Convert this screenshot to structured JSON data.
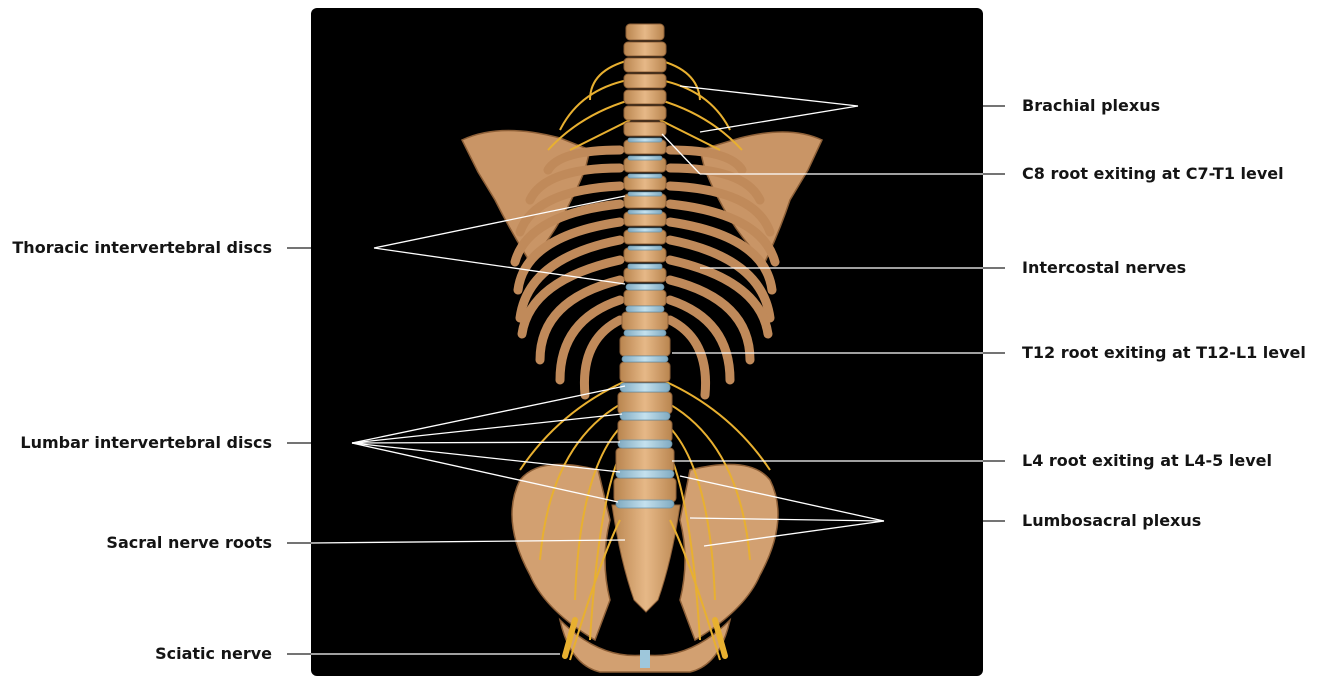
{
  "labels": {
    "brachial_plexus": "Brachial plexus",
    "c8_root": "C8 root exiting at C7-T1 level",
    "intercostal_nerves": "Intercostal nerves",
    "t12_root": "T12 root exiting at T12-L1 level",
    "l4_root": "L4 root exiting at L4-5 level",
    "lumbosacral_plexus": "Lumbosacral plexus",
    "thoracic_discs": "Thoracic intervertebral discs",
    "lumbar_discs": "Lumbar intervertebral discs",
    "sacral_roots": "Sacral nerve roots",
    "sciatic_nerve": "Sciatic nerve"
  },
  "colors": {
    "panel": "#000000",
    "bone": "#d9a677",
    "bone_dark": "#b07a4c",
    "disc": "#9ec7db",
    "nerve": "#e8b030",
    "leader": "#ffffff",
    "leader_outside": "#222222"
  }
}
